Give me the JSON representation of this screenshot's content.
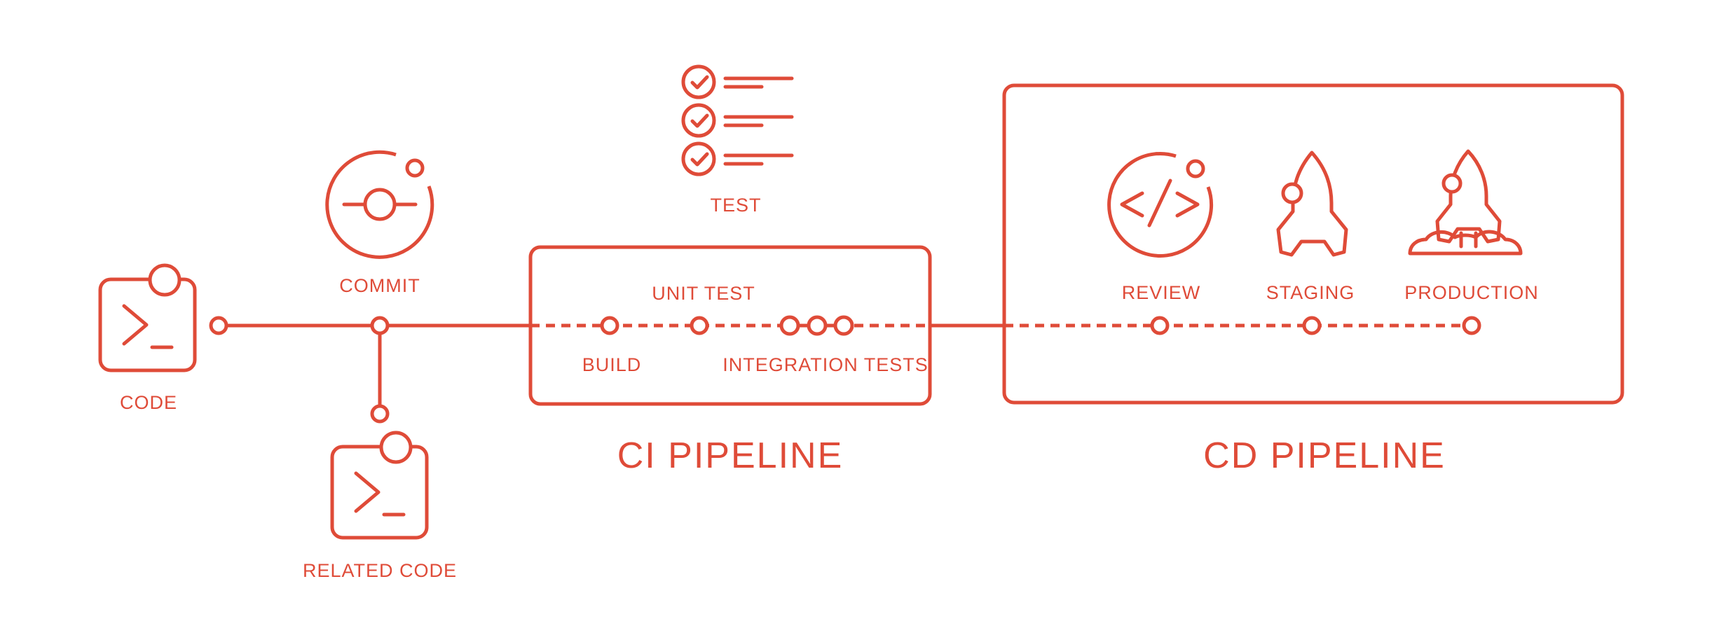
{
  "colors": {
    "accent": "#DF4B38",
    "background": "#FFFFFF"
  },
  "source_flow": {
    "code": "CODE",
    "commit": "COMMIT",
    "related_code": "RELATED CODE"
  },
  "ci_pipeline": {
    "title": "CI PIPELINE",
    "test": "TEST",
    "build": "BUILD",
    "unit_test": "UNIT TEST",
    "integration_tests": "INTEGRATION TESTS"
  },
  "cd_pipeline": {
    "title": "CD PIPELINE",
    "review": "REVIEW",
    "staging": "STAGING",
    "production": "PRODUCTION"
  },
  "icons": {
    "code": "terminal-window-icon",
    "commit": "git-commit-orbit-icon",
    "related_code": "terminal-window-icon",
    "test": "checklist-icon",
    "review": "code-review-icon",
    "staging": "rocket-icon",
    "production": "rocket-launch-icon"
  }
}
